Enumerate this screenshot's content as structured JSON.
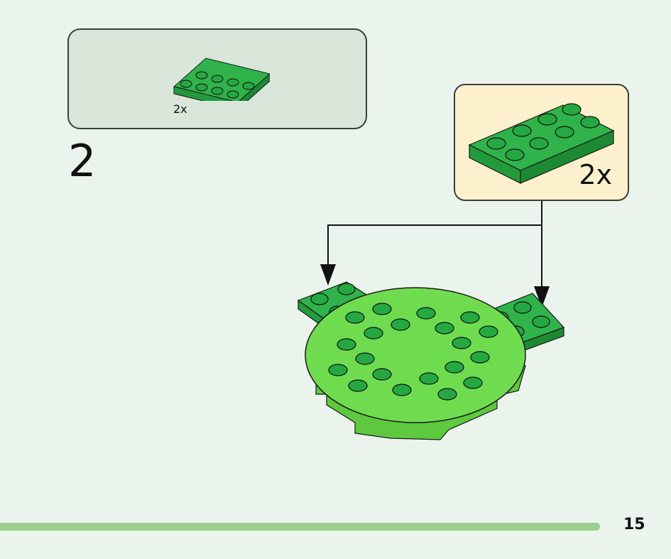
{
  "parts_list": {
    "quantity": "2x"
  },
  "step": {
    "number": "2"
  },
  "callout": {
    "quantity": "2x"
  },
  "footer": {
    "page_number": "15"
  },
  "colors": {
    "background": "#eaf4ec",
    "brick_green": "#2fb34a",
    "base_green": "#6fdc50",
    "callout_bg": "#fcf1cc",
    "parts_bg": "#dae6da",
    "progress": "#9ccf8d"
  }
}
